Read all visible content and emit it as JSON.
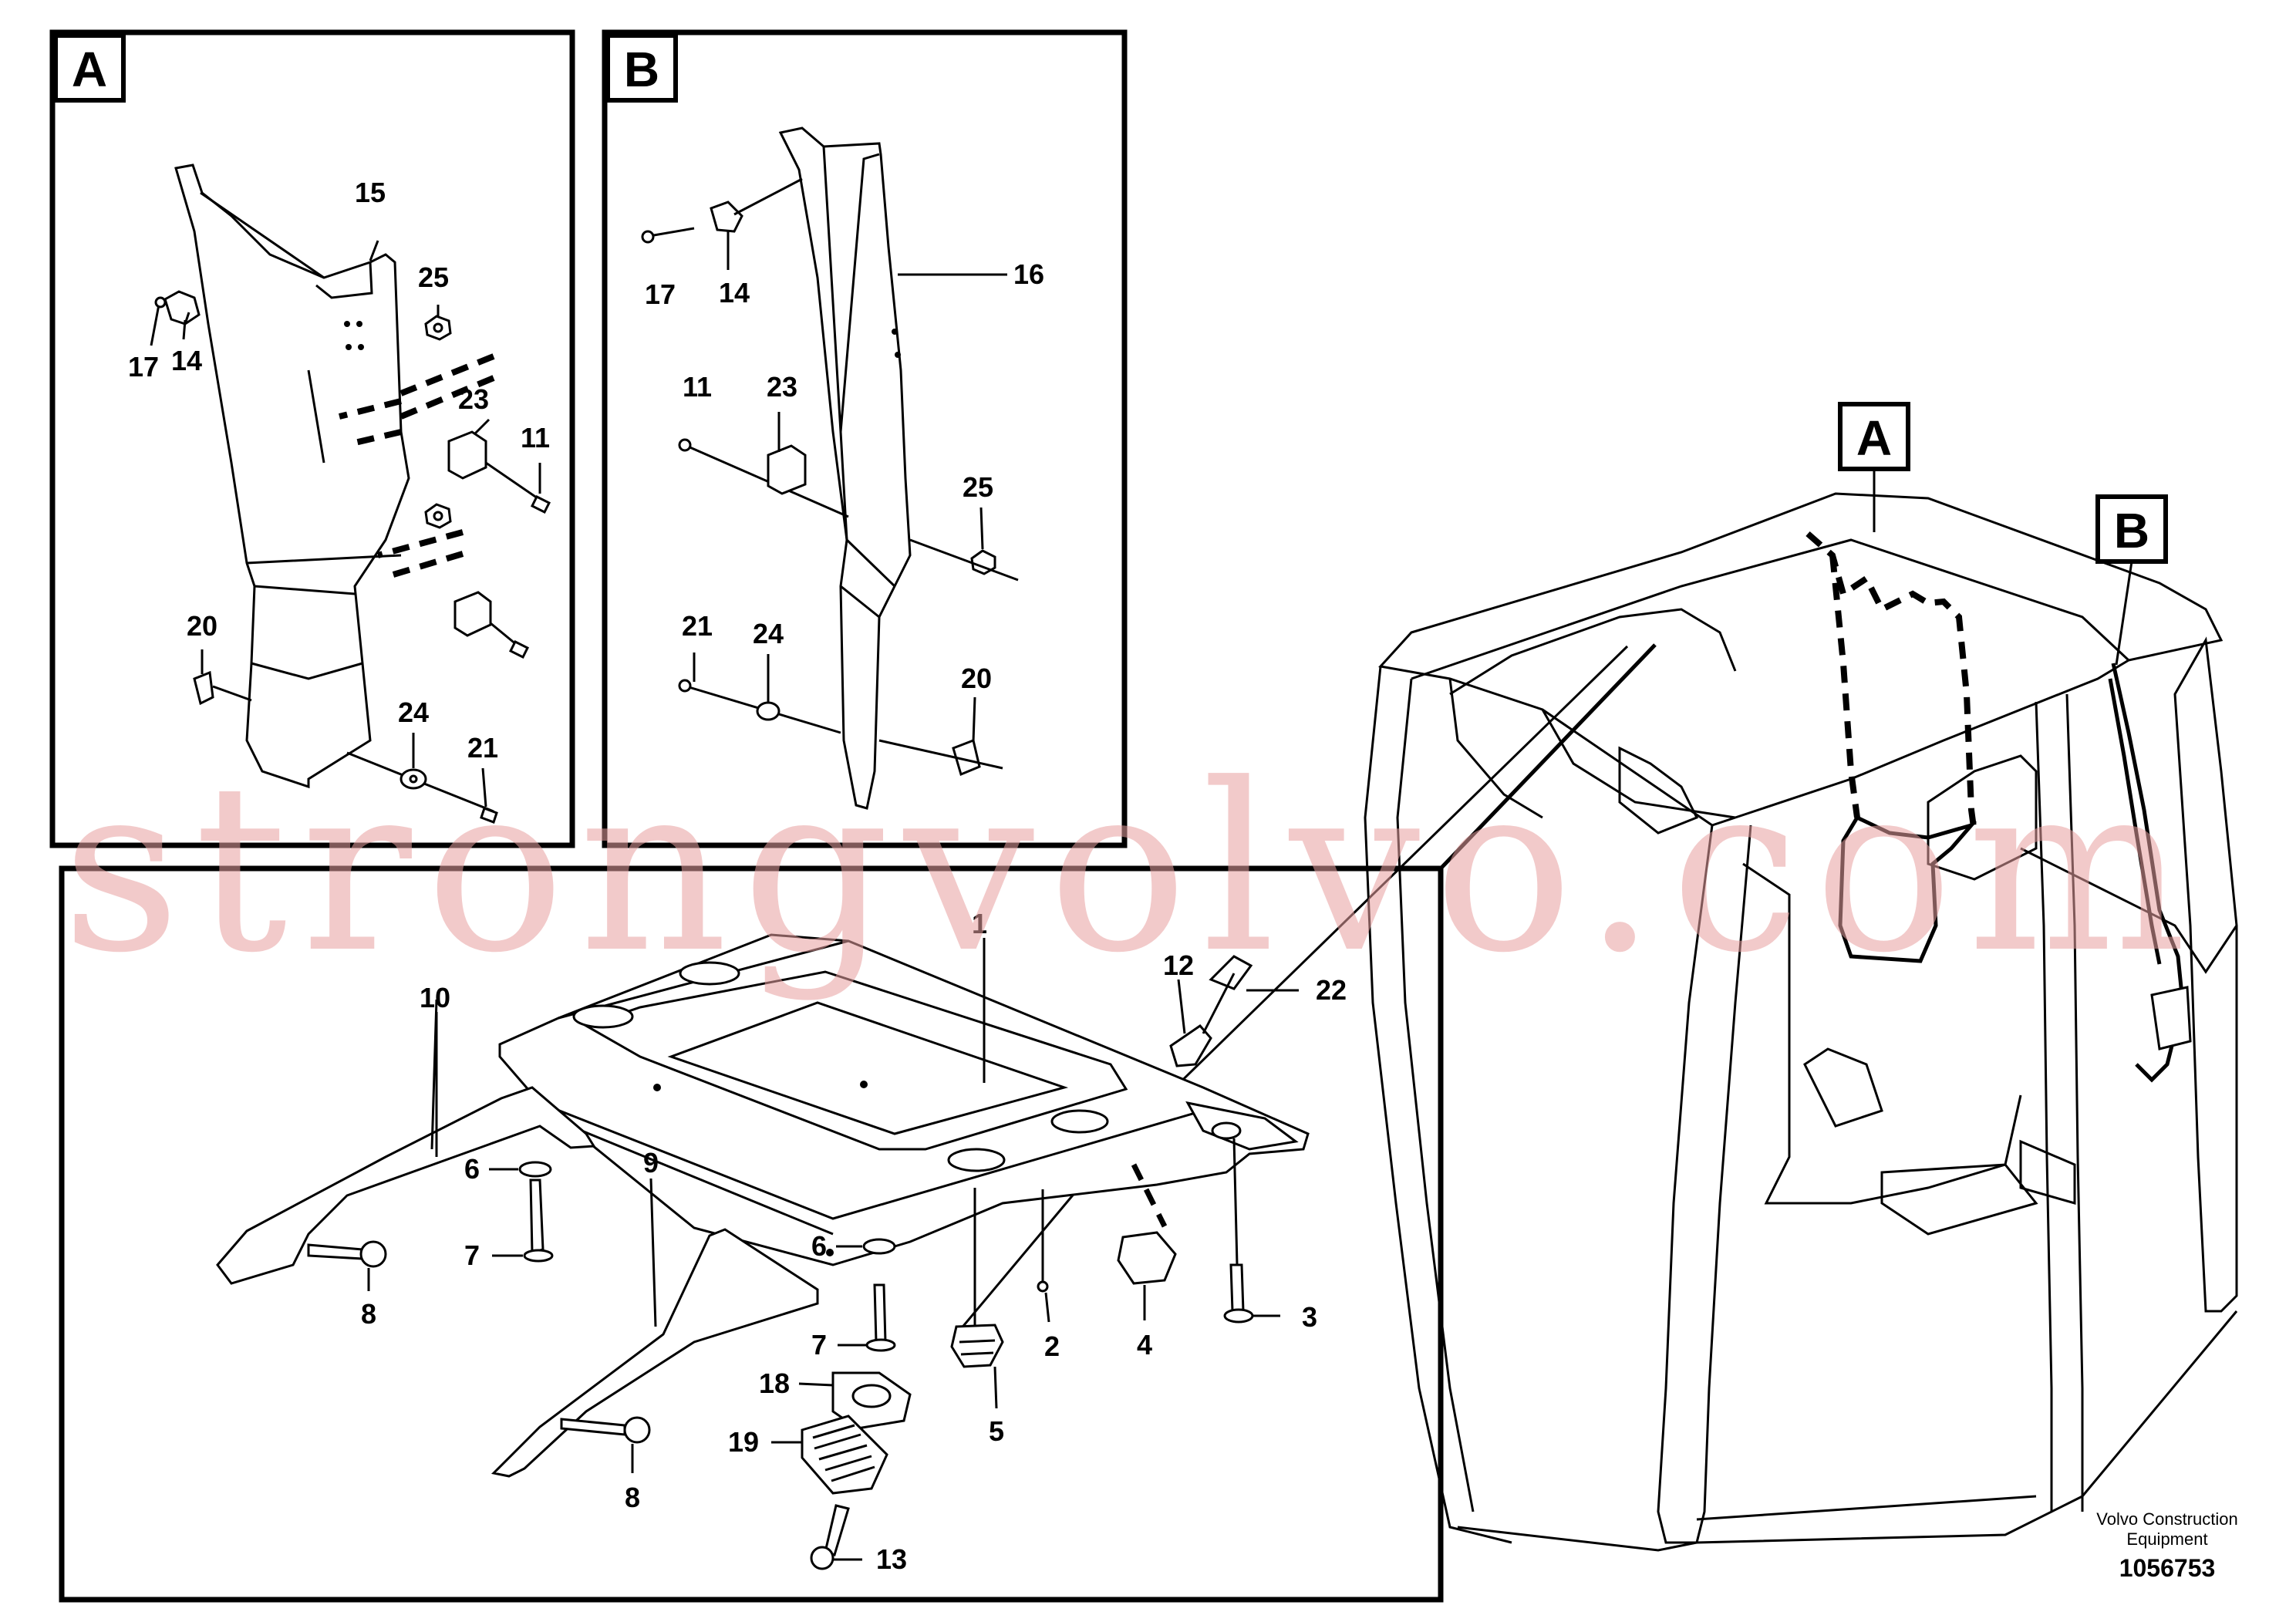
{
  "panels": {
    "a": {
      "letter": "A"
    },
    "b": {
      "letter": "B"
    }
  },
  "callouts": {
    "a": {
      "letter": "A"
    },
    "b": {
      "letter": "B"
    }
  },
  "panel_a_labels": [
    "15",
    "25",
    "17",
    "14",
    "23",
    "11",
    "20",
    "24",
    "21"
  ],
  "panel_b_labels": [
    "17",
    "14",
    "16",
    "11",
    "23",
    "25",
    "21",
    "24",
    "20"
  ],
  "main_labels": [
    "1",
    "12",
    "22",
    "10",
    "6",
    "7",
    "8",
    "9",
    "6",
    "7",
    "2",
    "4",
    "3",
    "5",
    "18",
    "19",
    "8",
    "13"
  ],
  "footer": {
    "company_line1": "Volvo Construction",
    "company_line2": "Equipment",
    "drawing_number": "1056753"
  },
  "watermark": "strongvolvo.com",
  "colors": {
    "line": "#000000",
    "watermark": "#e8a0a0",
    "background": "#ffffff"
  }
}
